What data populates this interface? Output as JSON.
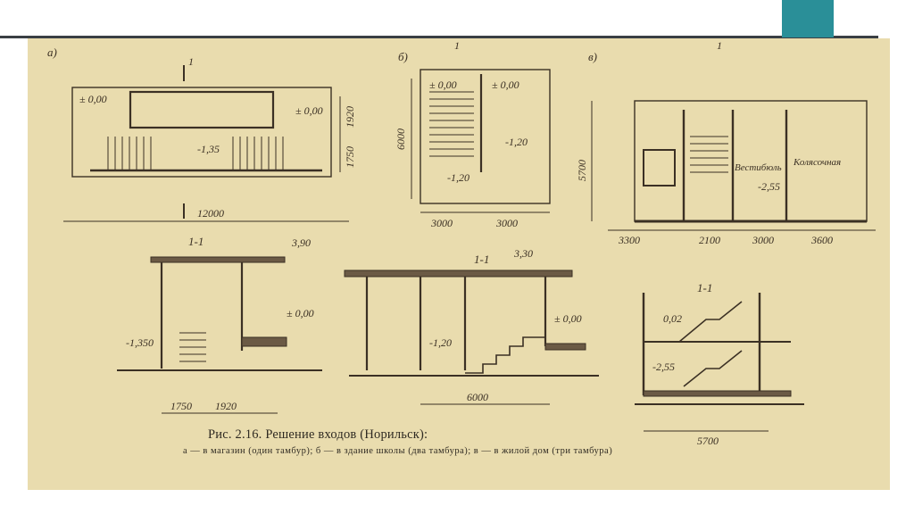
{
  "figure": {
    "caption_title": "Рис. 2.16. Решение входов (Норильск):",
    "caption_sub": "а — в магазин (один тамбур); б — в здание школы (два тамбура); в — в жилой дом (три тамбура)"
  },
  "plan_a": {
    "letter": "а)",
    "section_mark": "1",
    "level_top": "± 0,00",
    "level_right": "± 0,00",
    "level_mid": "-1,35",
    "dim_total": "12000",
    "dim_right_top": "1920",
    "dim_right_bottom": "1750"
  },
  "plan_b": {
    "letter": "б)",
    "section_mark": "1",
    "level_left": "± 0,00",
    "level_right": "± 0,00",
    "level_mid": "-1,20",
    "level_low": "-1,20",
    "dim_height": "6000",
    "dim_left": "3000",
    "dim_right": "3000"
  },
  "plan_v": {
    "letter": "в)",
    "section_mark": "1",
    "room_vestibule": "Вестибюль",
    "room_stroller": "Колясочная",
    "level": "-2,55",
    "dim_height": "5700",
    "dim_1": "3300",
    "dim_2": "2100",
    "dim_3": "3000",
    "dim_4": "3600"
  },
  "section_a": {
    "title": "1-1",
    "level_top": "3,90",
    "level_zero": "± 0,00",
    "level_low": "-1,350",
    "dim_1": "1750",
    "dim_2": "1920"
  },
  "section_b": {
    "title": "1-1",
    "level_top": "3,30",
    "level_zero": "± 0,00",
    "level_mid": "-1,20",
    "dim_total": "6000"
  },
  "section_v": {
    "title": "1-1",
    "level_1": "0,02",
    "level_2": "-2,55",
    "dim_total": "5700"
  }
}
